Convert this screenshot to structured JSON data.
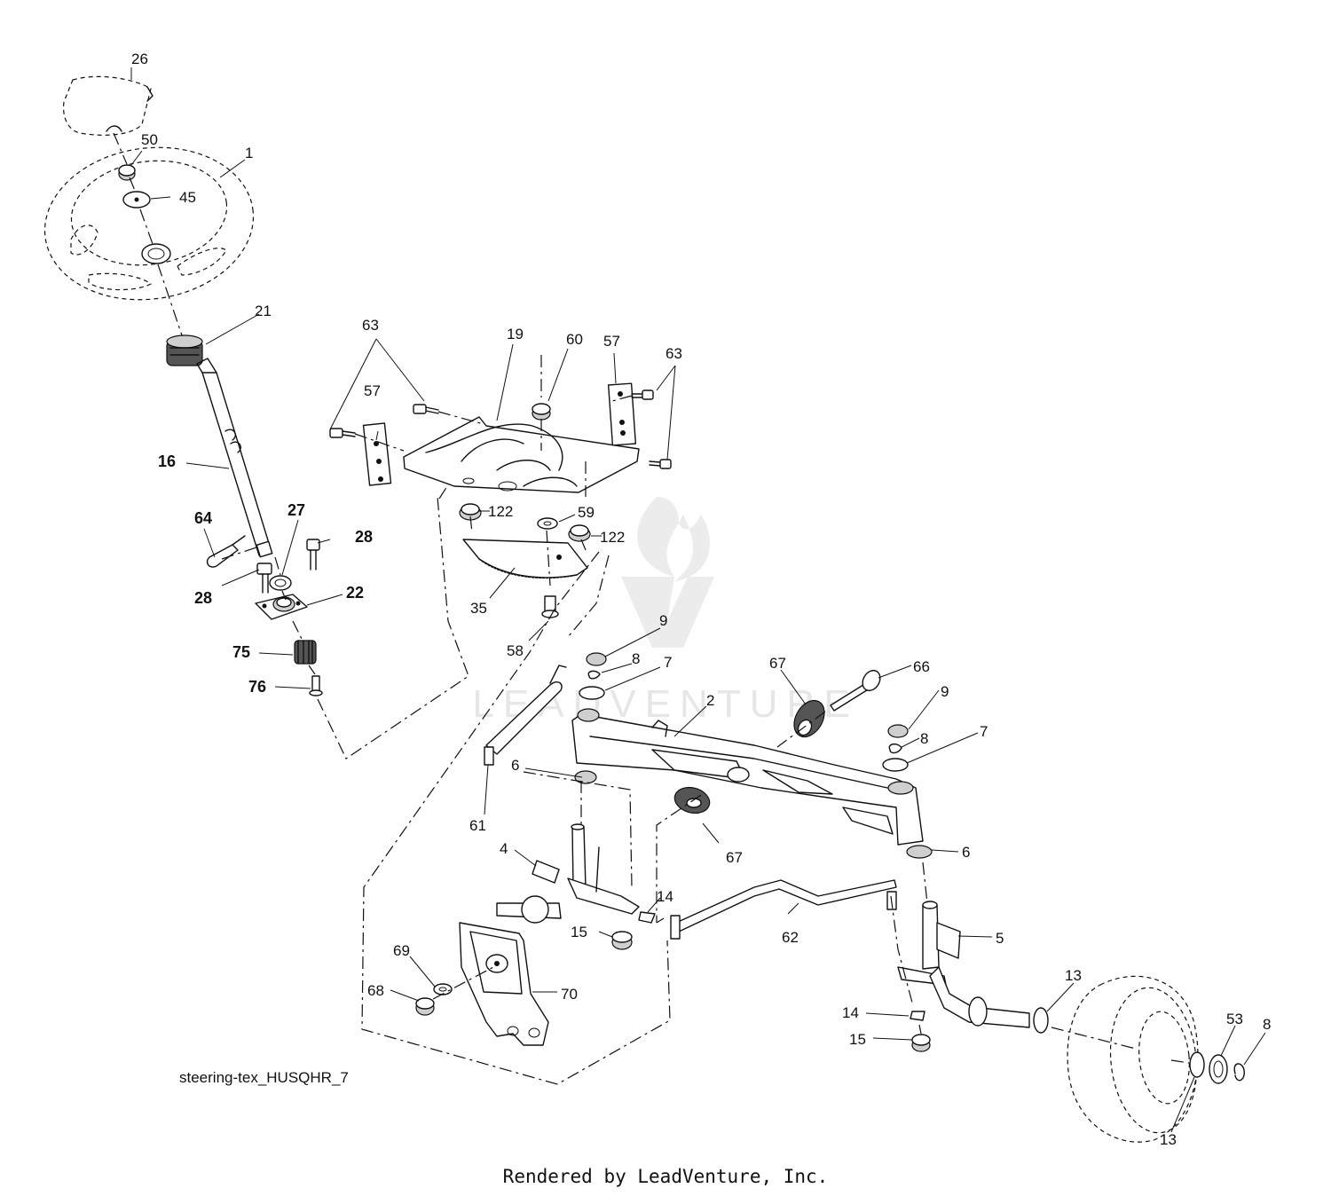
{
  "diagram_code": "steering-tex_HUSQHR_7",
  "footer": "Rendered by LeadVenture, Inc.",
  "watermark": "LEADVENTURE",
  "callouts": [
    {
      "id": "c26",
      "text": "26"
    },
    {
      "id": "c50",
      "text": "50"
    },
    {
      "id": "c1",
      "text": "1"
    },
    {
      "id": "c45",
      "text": "45"
    },
    {
      "id": "c21",
      "text": "21"
    },
    {
      "id": "c16",
      "text": "16",
      "bold": true
    },
    {
      "id": "c64",
      "text": "64",
      "bold": true
    },
    {
      "id": "c27",
      "text": "27",
      "bold": true
    },
    {
      "id": "c28a",
      "text": "28",
      "bold": true
    },
    {
      "id": "c28b",
      "text": "28",
      "bold": true
    },
    {
      "id": "c22",
      "text": "22",
      "bold": true
    },
    {
      "id": "c75",
      "text": "75",
      "bold": true
    },
    {
      "id": "c76",
      "text": "76",
      "bold": true
    },
    {
      "id": "c63a",
      "text": "63"
    },
    {
      "id": "c19",
      "text": "19"
    },
    {
      "id": "c60",
      "text": "60"
    },
    {
      "id": "c57a",
      "text": "57"
    },
    {
      "id": "c63b",
      "text": "63"
    },
    {
      "id": "c57b",
      "text": "57"
    },
    {
      "id": "c122a",
      "text": "122"
    },
    {
      "id": "c59",
      "text": "59"
    },
    {
      "id": "c122b",
      "text": "122"
    },
    {
      "id": "c35",
      "text": "35"
    },
    {
      "id": "c58",
      "text": "58"
    },
    {
      "id": "c9a",
      "text": "9"
    },
    {
      "id": "c8a",
      "text": "8"
    },
    {
      "id": "c7a",
      "text": "7"
    },
    {
      "id": "c67a",
      "text": "67"
    },
    {
      "id": "c66",
      "text": "66"
    },
    {
      "id": "c2",
      "text": "2"
    },
    {
      "id": "c9b",
      "text": "9"
    },
    {
      "id": "c8b",
      "text": "8"
    },
    {
      "id": "c7b",
      "text": "7"
    },
    {
      "id": "c6a",
      "text": "6"
    },
    {
      "id": "c61",
      "text": "61"
    },
    {
      "id": "c67b",
      "text": "67"
    },
    {
      "id": "c6b",
      "text": "6"
    },
    {
      "id": "c4",
      "text": "4"
    },
    {
      "id": "c14a",
      "text": "14"
    },
    {
      "id": "c15a",
      "text": "15"
    },
    {
      "id": "c62",
      "text": "62"
    },
    {
      "id": "c5",
      "text": "5"
    },
    {
      "id": "c69",
      "text": "69"
    },
    {
      "id": "c70",
      "text": "70"
    },
    {
      "id": "c68",
      "text": "68"
    },
    {
      "id": "c13a",
      "text": "13"
    },
    {
      "id": "c14b",
      "text": "14"
    },
    {
      "id": "c15b",
      "text": "15"
    },
    {
      "id": "c53",
      "text": "53"
    },
    {
      "id": "c8c",
      "text": "8"
    },
    {
      "id": "c13b",
      "text": "13"
    }
  ]
}
